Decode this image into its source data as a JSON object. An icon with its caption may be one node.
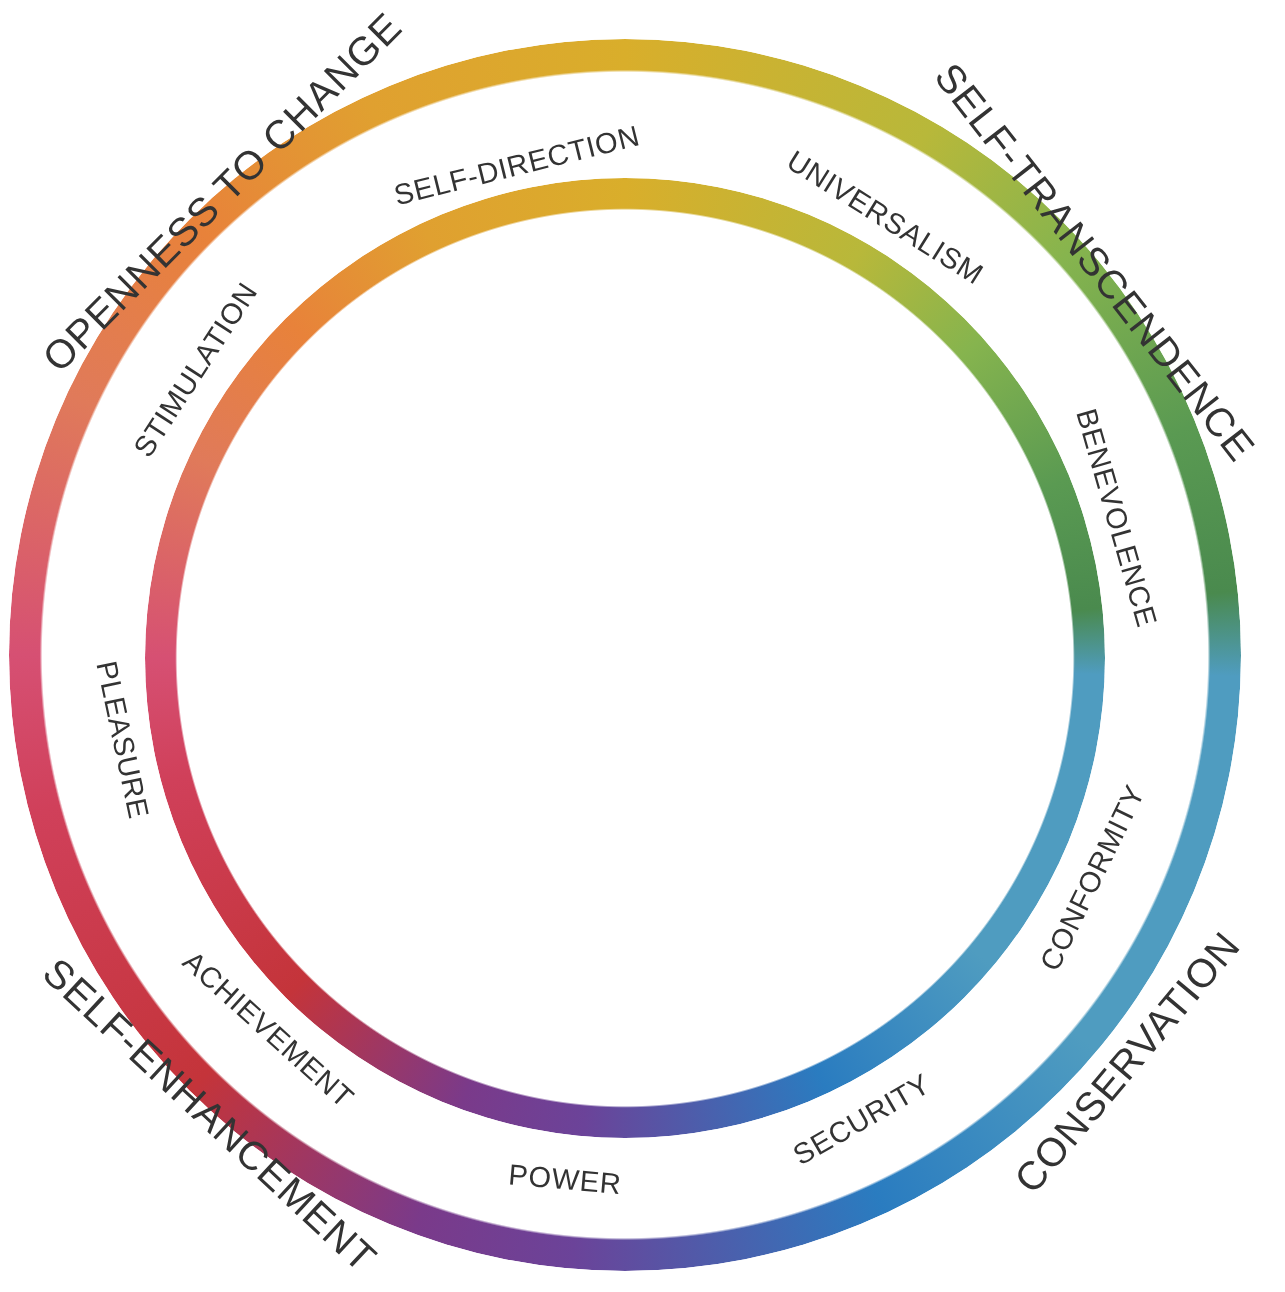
{
  "diagram": {
    "labels": [
      "OPENNESS TO CHANGE",
      "SELF-TRANSCENDENCE",
      "SELF-DIRECTION",
      "UNIVERSALISM",
      "STIMULATION",
      "BENEVOLENCE",
      "PLEASURE",
      "CONFORMITY",
      "ACHIEVEMENT",
      "SELF-ENHANCEMENT",
      "SECURITY",
      "POWER",
      "CONSERVATION"
    ]
  }
}
